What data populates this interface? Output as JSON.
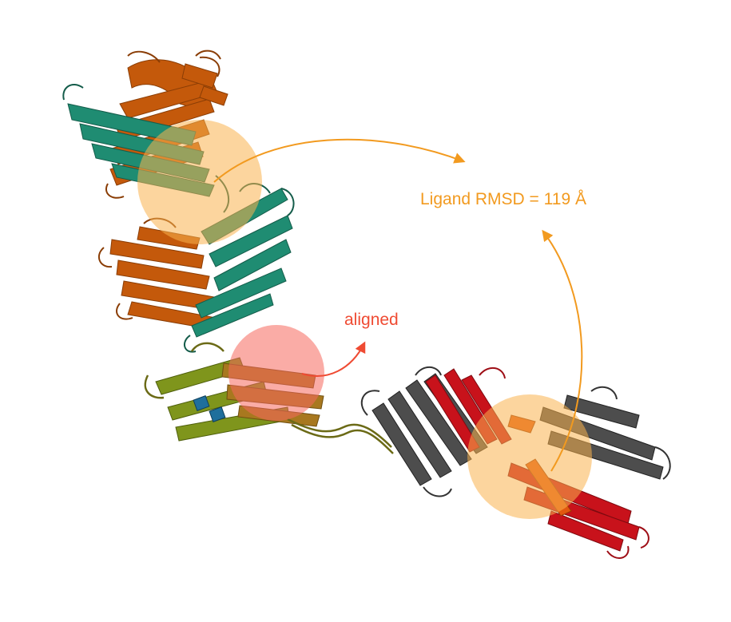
{
  "annotations": {
    "rmsd_label": "Ligand RMSD = 119 Å",
    "aligned_label": "aligned"
  },
  "colors": {
    "background": "#ffffff",
    "highlight_orange": "#f9b24e",
    "highlight_red": "#f5685d",
    "rmsd_text": "#f29a1f",
    "aligned_text": "#ef4b33",
    "chain_brown": "#c4590b",
    "chain_teal": "#1f8c72",
    "chain_olive": "#6b8a16",
    "chain_tan": "#a8781f",
    "chain_gray": "#4d4d4d",
    "chain_red": "#c8121b",
    "glycan_blue": "#1f6f9c"
  },
  "structures": [
    {
      "name": "brown-chain-upper"
    },
    {
      "name": "brown-chain-lower"
    },
    {
      "name": "teal-chain"
    },
    {
      "name": "olive-chain"
    },
    {
      "name": "gray-chain"
    },
    {
      "name": "red-chain"
    }
  ]
}
